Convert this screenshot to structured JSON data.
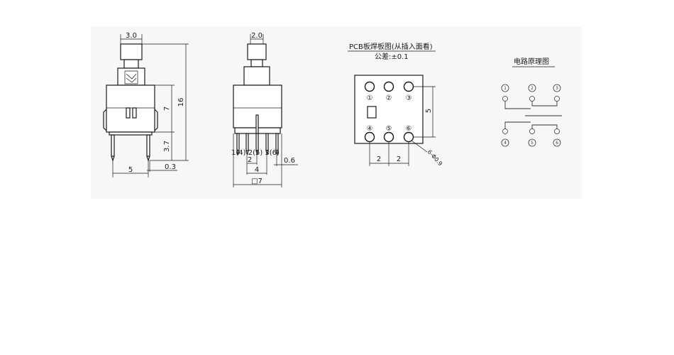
{
  "views": {
    "side": {
      "dim_top": "3.0",
      "dim_seven": "7",
      "dim_sixteen": "16",
      "dim_three_seven": "3.7",
      "dim_five": "5",
      "dim_zero_three": "0.3"
    },
    "front": {
      "dim_top": "2.0",
      "pin_labels": "1(4) 2(5) 3(6)",
      "dim_two": "2",
      "dim_four": "4",
      "dim_zero_six": "0.6",
      "dim_square": "□7"
    },
    "pcb": {
      "title": "PCB板焊板图(从插入面看)",
      "tolerance": "公差:±0.1",
      "pads": [
        "①",
        "②",
        "③",
        "④",
        "⑤",
        "⑥"
      ],
      "dim_five": "5",
      "dim_two_left": "2",
      "dim_two_right": "2",
      "hole_spec": "6-Φ0.9"
    },
    "schematic": {
      "title": "电路原理图",
      "terminals": [
        "1",
        "2",
        "3",
        "4",
        "5",
        "6"
      ]
    }
  }
}
